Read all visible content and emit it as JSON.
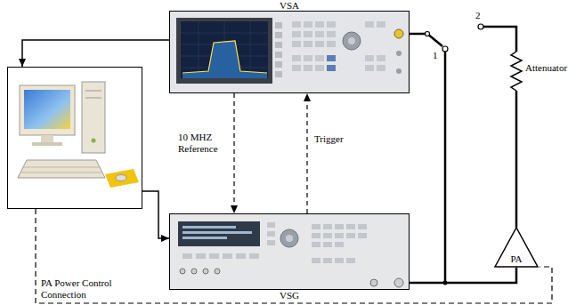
{
  "diagram": {
    "nodes": [
      {
        "text": [
          "VSA"
        ]
      },
      {
        "text": [
          "VSG"
        ]
      },
      {
        "text": [
          "PA"
        ]
      }
    ],
    "edges": [
      {
        "from": 0,
        "to": 1,
        "label": "10 MHZ Reference",
        "arrow": "to"
      },
      {
        "from": 1,
        "to": 0,
        "label": "Trigger",
        "arrow": "to"
      },
      {
        "from": 1,
        "to": 2,
        "arrow": "none"
      }
    ],
    "labels": [
      "1",
      "2",
      "Attenuator",
      "PA Power Control Connection"
    ]
  }
}
